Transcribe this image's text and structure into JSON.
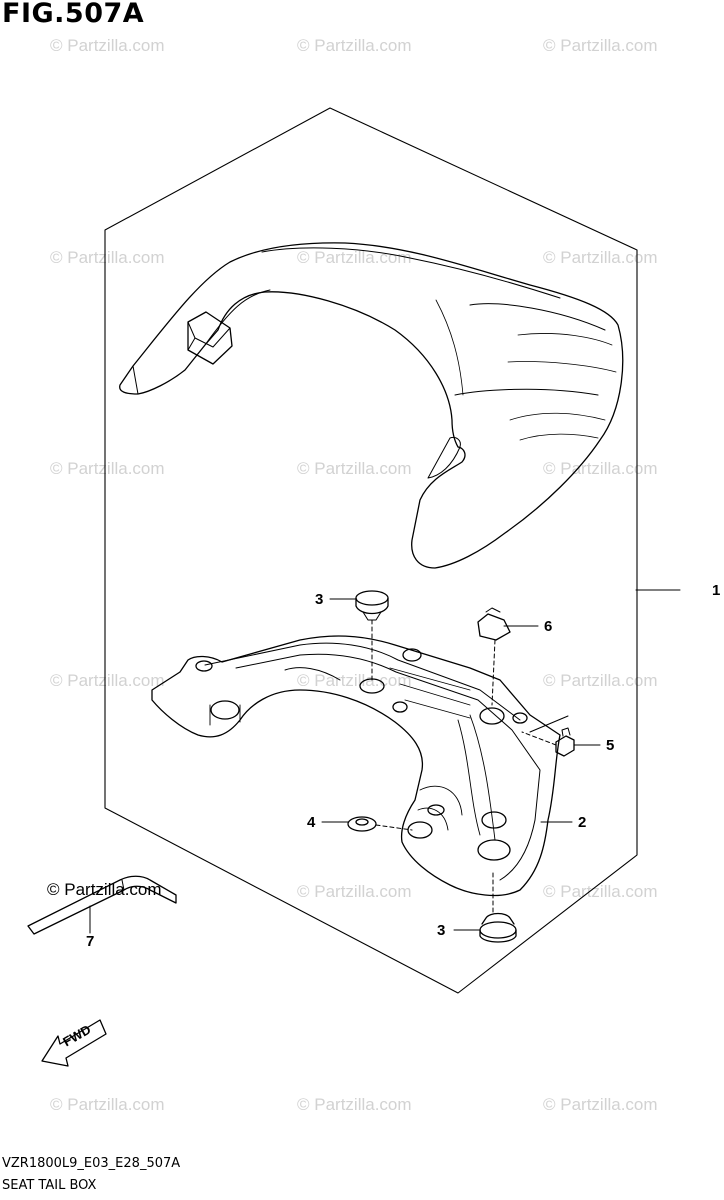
{
  "figure": {
    "title": "FIG.507A",
    "watermark": "© Partzilla.com",
    "model_code": "VZR1800L9_E03_E28_507A",
    "part_group_name": "SEAT TAIL BOX",
    "direction_label": "FWD"
  },
  "callouts": [
    {
      "number": "1",
      "part": "seat tail box assembly"
    },
    {
      "number": "2",
      "part": "bracket"
    },
    {
      "number": "3",
      "part": "cushion (upper)"
    },
    {
      "number": "3",
      "part": "cushion (lower)"
    },
    {
      "number": "4",
      "part": "cushion"
    },
    {
      "number": "5",
      "part": "bolt"
    },
    {
      "number": "6",
      "part": "nut clip"
    },
    {
      "number": "7",
      "part": "hex wrench"
    }
  ],
  "colors": {
    "line": "#000000",
    "watermark": "#d2d2d2",
    "background": "#ffffff"
  }
}
